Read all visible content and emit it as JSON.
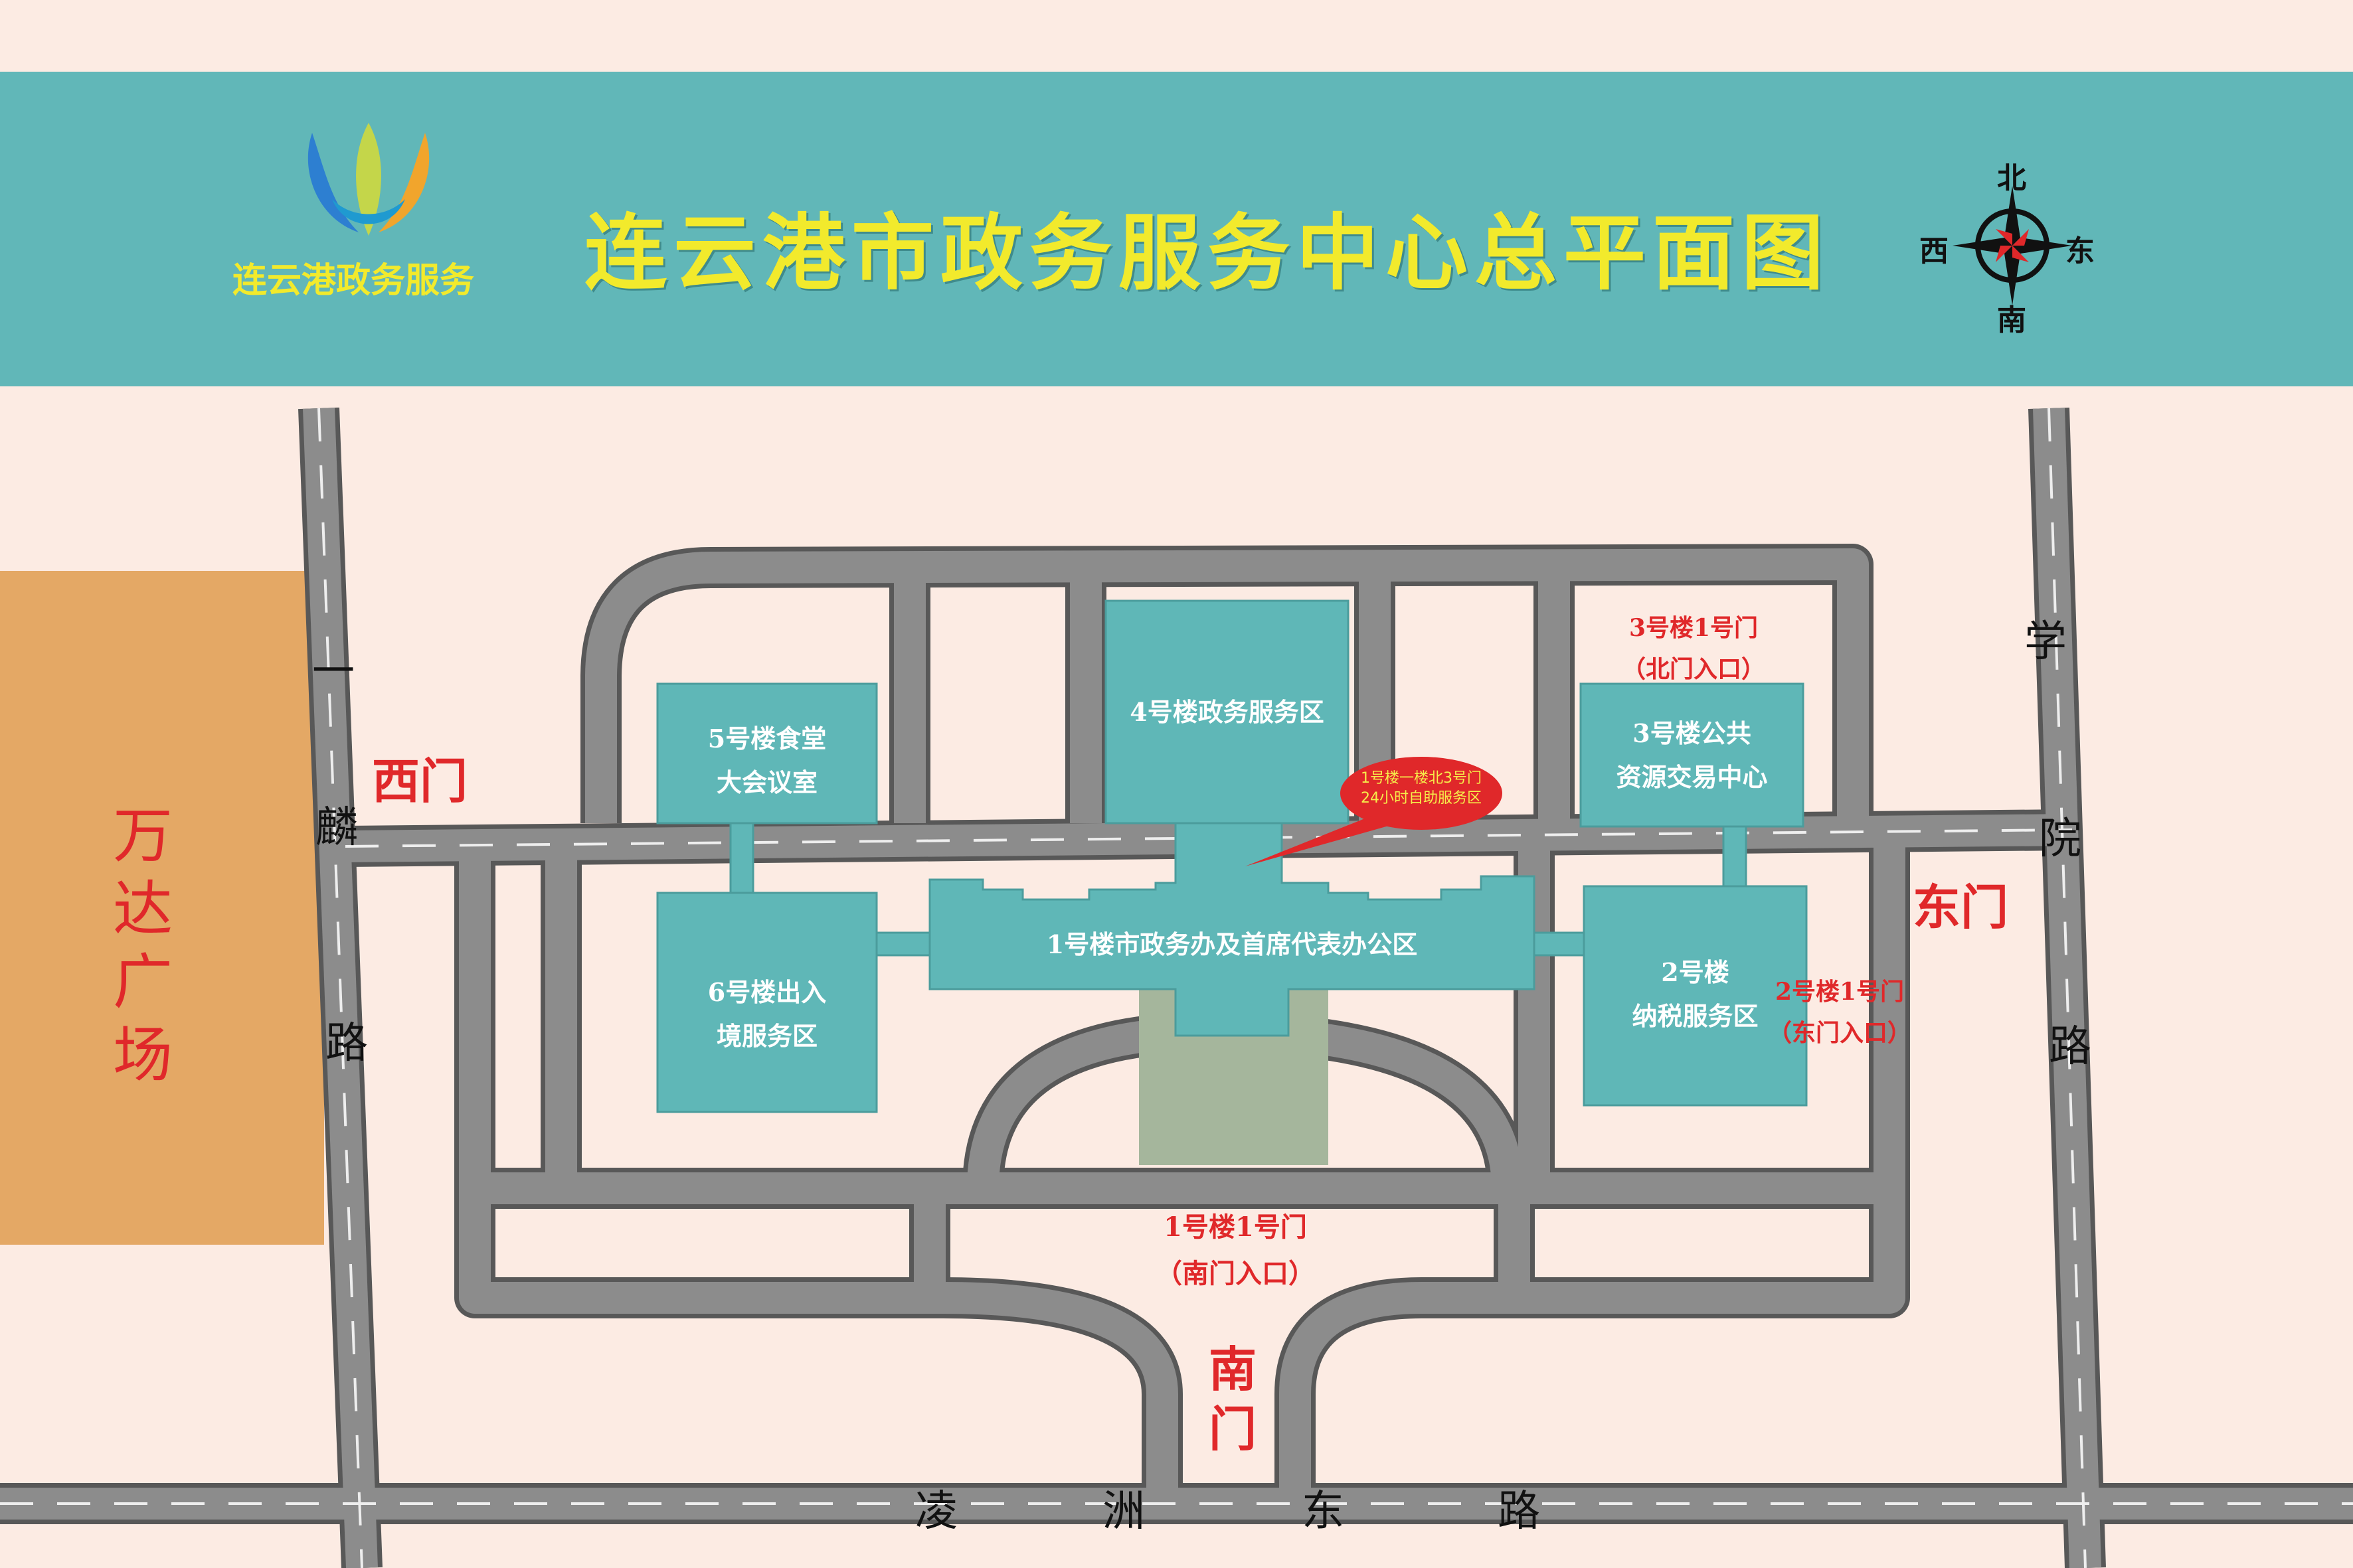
{
  "header": {
    "title": "连云港市政务服务中心总平面图",
    "logo_text": "连云港政务服务"
  },
  "compass": {
    "north": "北",
    "south": "南",
    "east": "东",
    "west": "西"
  },
  "buildings": {
    "b1": "1号楼市政务办及首席代表办公区",
    "b2_line1": "2号楼",
    "b2_line2": "纳税服务区",
    "b3_line1": "3号楼公共",
    "b3_line2": "资源交易中心",
    "b4": "4号楼政务服务区",
    "b5_line1": "5号楼食堂",
    "b5_line2": "大会议室",
    "b6_line1": "6号楼出入",
    "b6_line2": "境服务区"
  },
  "callout": {
    "line1": "1号楼一楼北3号门",
    "line2": "24小时自助服务区"
  },
  "gates": {
    "west": "西门",
    "east": "东门",
    "south": [
      "南",
      "门"
    ]
  },
  "doors": {
    "b3_door": "3号楼1号门",
    "b3_door_note": "（北门入口）",
    "b2_door": "2号楼1号门",
    "b2_door_note": "（东门入口）",
    "b1_door": "1号楼1号门",
    "b1_door_note": "（南门入口）"
  },
  "roads": {
    "west": [
      "一",
      "麟",
      "路"
    ],
    "east": [
      "学",
      "院",
      "路"
    ],
    "south": [
      "凌",
      "洲",
      "东",
      "路"
    ]
  },
  "landmark": {
    "wanda": [
      "万",
      "达",
      "广",
      "场"
    ]
  },
  "colors": {
    "background": "#fcebe3",
    "band": "#61b7b8",
    "building": "#5fb7b7",
    "road": "#8c8c8c",
    "road_edge": "#555555",
    "plaza": "#e4a865",
    "lawn": "#a5b69c",
    "title": "#f2ea2c",
    "red_text": "#e0282a"
  }
}
